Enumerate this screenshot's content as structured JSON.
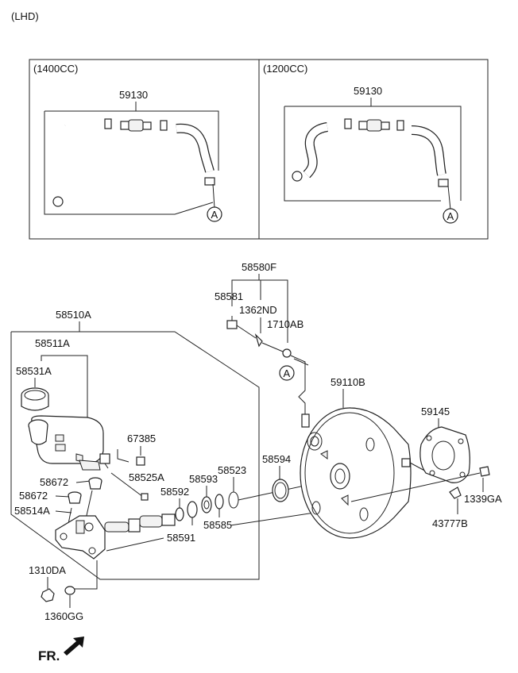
{
  "header": {
    "drive_side": "(LHD)"
  },
  "inset_left": {
    "title": "(1400CC)",
    "part": "59130",
    "callout": "A"
  },
  "inset_right": {
    "title": "(1200CC)",
    "part": "59130",
    "callout": "A"
  },
  "parts": {
    "p58580F": "58580F",
    "p58581": "58581",
    "p1362ND": "1362ND",
    "p1710AB": "1710AB",
    "callout_main": "A",
    "p58510A": "58510A",
    "p58511A": "58511A",
    "p58531A": "58531A",
    "p59110B": "59110B",
    "p59145": "59145",
    "p67385": "67385",
    "p58525A": "58525A",
    "p58672a": "58672",
    "p58672b": "58672",
    "p58514A": "58514A",
    "p58592": "58592",
    "p58593": "58593",
    "p58523": "58523",
    "p58594": "58594",
    "p58585": "58585",
    "p58591": "58591",
    "p1339GA": "1339GA",
    "p43777B": "43777B",
    "p1310DA": "1310DA",
    "p1360GG": "1360GG"
  },
  "footer": {
    "direction": "FR."
  }
}
